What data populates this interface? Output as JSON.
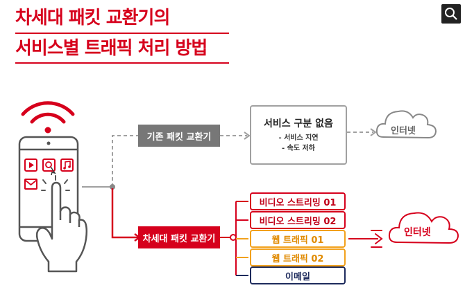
{
  "title": {
    "line1": "차세대 패킷 교환기의",
    "line2": "서비스별 트래픽 처리 방법"
  },
  "legacy": {
    "label": "기존 패킷 교환기",
    "box_title": "서비스 구분 없음",
    "issues": [
      "- 서비스 지연",
      "- 속도 저하"
    ],
    "cloud": "인터넷"
  },
  "next_gen": {
    "label": "차세대 패킷 교환기",
    "services": [
      {
        "label": "비디오 스트리밍 01",
        "color": "#d6001c"
      },
      {
        "label": "비디오 스트리밍 02",
        "color": "#d6001c"
      },
      {
        "label": "웹 트래픽 01",
        "color": "#f2a11c"
      },
      {
        "label": "웹 트래픽 02",
        "color": "#f2a11c"
      },
      {
        "label": "이메일",
        "color": "#1d2a5c"
      }
    ],
    "cloud": "인터넷"
  },
  "icons": [
    "wifi-icon",
    "smartphone-icon",
    "play-icon",
    "search-icon",
    "music-icon",
    "mail-icon",
    "hand-icon",
    "cloud-icon",
    "zoom-icon"
  ],
  "colors": {
    "accent": "#d6001c",
    "gray": "#777777",
    "orange": "#f2a11c",
    "navy": "#1d2a5c"
  }
}
